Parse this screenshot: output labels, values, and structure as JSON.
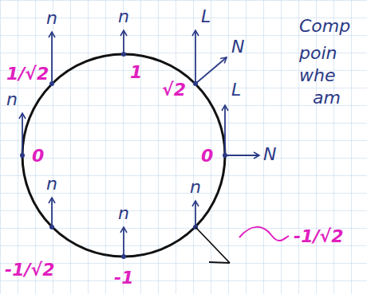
{
  "diagram": {
    "labels": [
      "n",
      "n",
      "L",
      "N",
      "1/√2",
      "1",
      "√2",
      "L",
      "n",
      "0",
      "0",
      "N",
      "n",
      "n",
      "n",
      "-1/√2",
      "-1",
      "-1/√2",
      "Comp",
      "poin",
      "whe",
      "am"
    ]
  }
}
